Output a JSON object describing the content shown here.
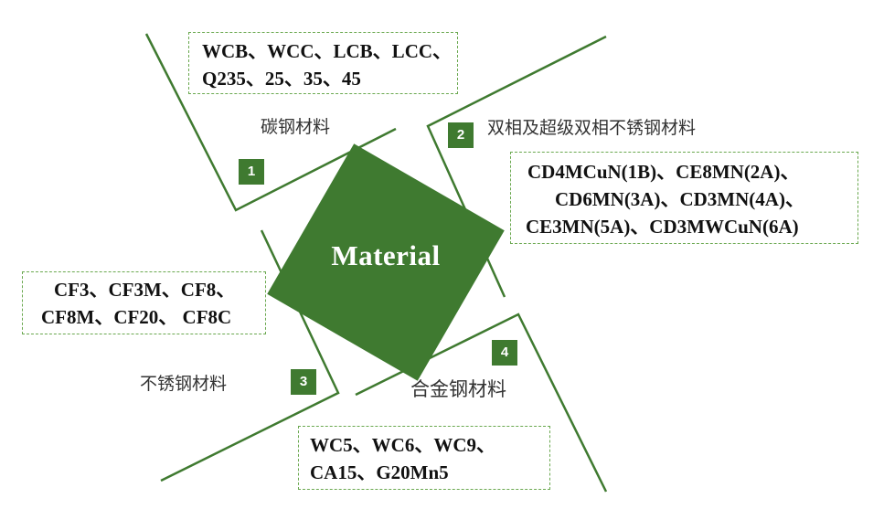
{
  "center": {
    "label": "Material"
  },
  "sections": [
    {
      "number": "1",
      "category": "碳钢材料",
      "grades": [
        "WCB、WCC、LCB、LCC、",
        "Q235、25、35、45"
      ]
    },
    {
      "number": "2",
      "category": "双相及超级双相不锈钢材料",
      "grades": [
        "CD4MCuN(1B)、CE8MN(2A)、",
        "CD6MN(3A)、CD3MN(4A)、",
        "CE3MN(5A)、CD3MWCuN(6A)"
      ]
    },
    {
      "number": "3",
      "category": "不锈钢材料",
      "grades": [
        "CF3、CF3M、CF8、",
        "CF8M、CF20、 CF8C"
      ]
    },
    {
      "number": "4",
      "category": "合金钢材料",
      "grades": [
        "WC5、WC6、WC9、",
        "CA15、G20Mn5"
      ]
    }
  ],
  "colors": {
    "accent": "#3f7a30",
    "box_border": "#6aa84f",
    "line": "#3f7a30"
  }
}
